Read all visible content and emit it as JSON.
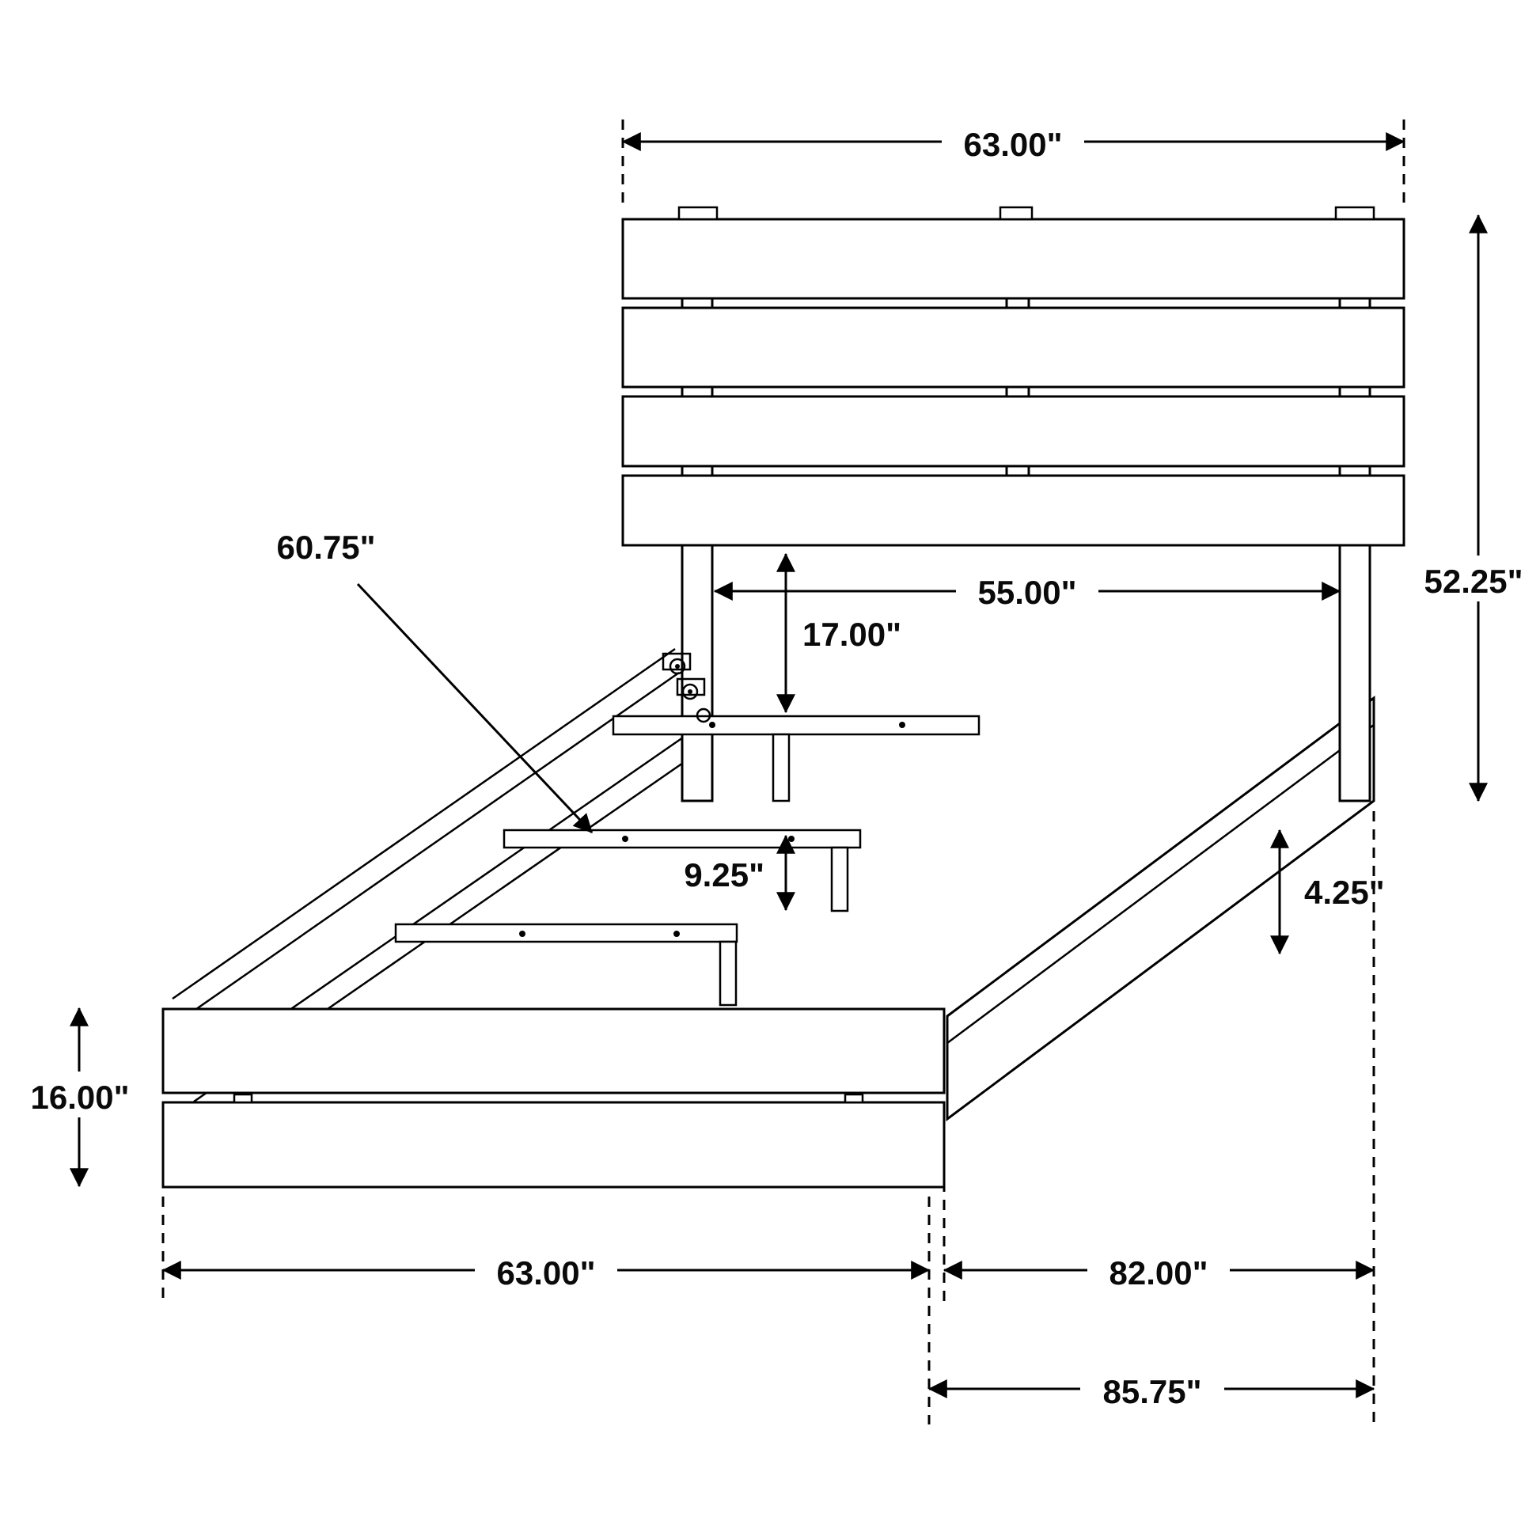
{
  "diagram": {
    "subject": "bed-frame-technical-drawing",
    "unit": "inches",
    "background_color": "#ffffff",
    "line_color": "#000000",
    "dims": {
      "headboard_width": "63.00\"",
      "overall_height": "52.25\"",
      "inner_width": "55.00\"",
      "headboard_to_slat": "17.00\"",
      "slat_rail_length": "60.75\"",
      "slat_height": "9.25\"",
      "rail_height": "4.25\"",
      "footboard_height": "16.00\"",
      "footboard_width": "63.00\"",
      "inner_length": "82.00\"",
      "overall_length": "85.75\""
    }
  }
}
